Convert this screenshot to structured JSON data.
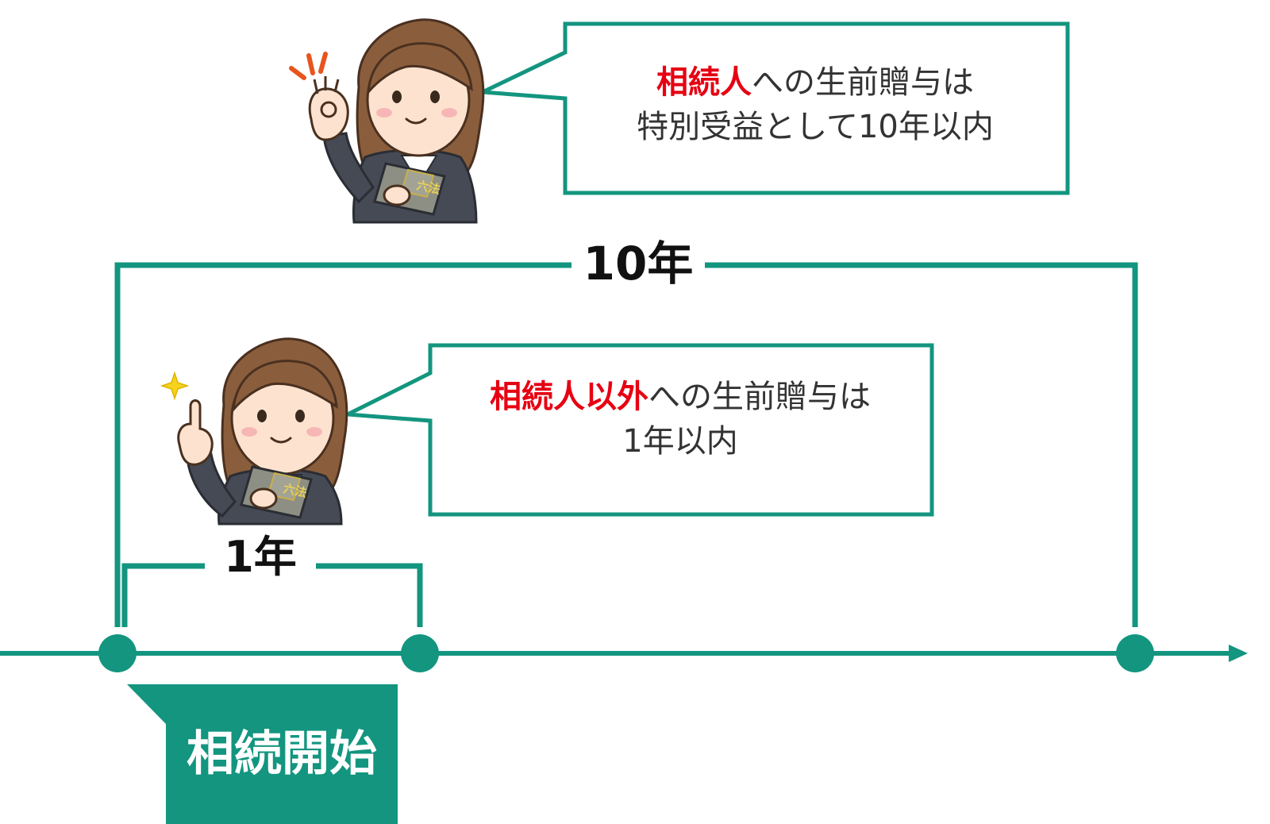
{
  "callouts": {
    "top": {
      "line1_highlight": "相続人",
      "line1_rest": "への生前贈与は",
      "line2": "特別受益として10年以内"
    },
    "bottom": {
      "line1_highlight": "相続人以外",
      "line1_rest": "への生前贈与は",
      "line2": "1年以内"
    }
  },
  "periods": {
    "ten_year_label": "10年",
    "one_year_label": "1年"
  },
  "start": {
    "label": "相続開始"
  },
  "book": {
    "title": "六法"
  },
  "colors": {
    "accent": "#13957f",
    "highlight": "#e60012",
    "text": "#333333"
  },
  "icons": {
    "top_figure": "woman-ok-sign-icon",
    "bottom_figure": "woman-pointing-icon",
    "sparkle": "sparkle-icon",
    "emphasis": "emphasis-marks-icon"
  }
}
